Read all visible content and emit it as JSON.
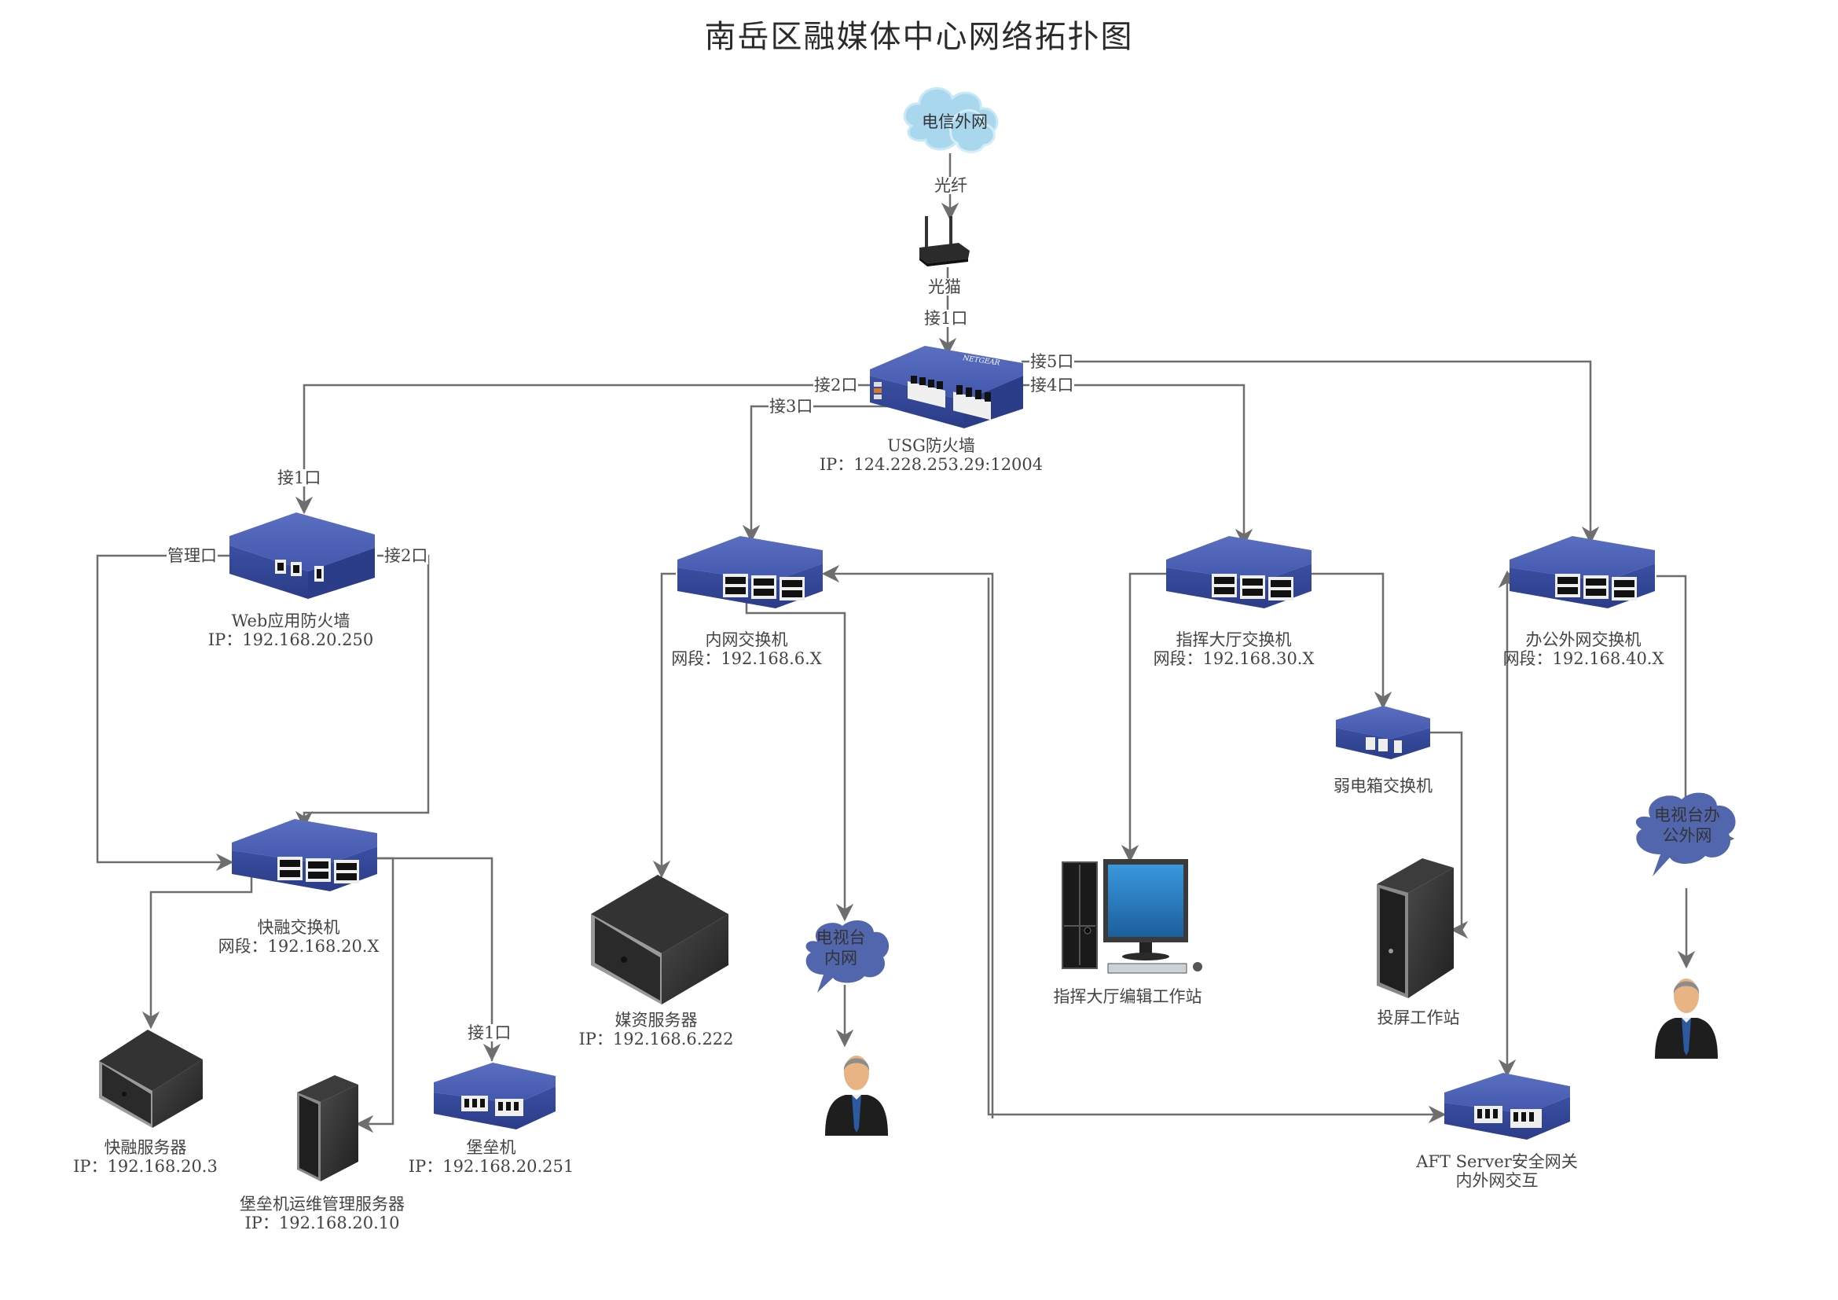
{
  "title": "南岳区融媒体中心网络拓扑图",
  "colors": {
    "device_blue": "#3f55a8",
    "device_blue_dark": "#2c3d85",
    "cloud_light": "#a9d8ee",
    "cloud_dark": "#5266ad",
    "line": "#6e6e6e",
    "server_dark": "#2e2e2e"
  },
  "nodes": {
    "internet_cloud": {
      "label": "电信外网",
      "icon": "cloud-icon"
    },
    "fiber_link": {
      "label": "光纤"
    },
    "modem": {
      "label": "光猫",
      "port": "接1口",
      "icon": "router-icon"
    },
    "usg_firewall": {
      "name": "USG防火墙",
      "ip": "IP：124.228.253.29:12004",
      "ports": {
        "p2": "接2口",
        "p3": "接3口",
        "p4": "接4口",
        "p5": "接5口"
      },
      "icon": "firewall-icon"
    },
    "waf": {
      "name": "Web应用防火墙",
      "ip": "IP：192.168.20.250",
      "in_port": "接1口",
      "mgmt_port": "管理口",
      "out_port": "接2口",
      "icon": "firewall-appliance-icon"
    },
    "inner_switch": {
      "name": "内网交换机",
      "segment": "网段：192.168.6.X",
      "icon": "switch-icon"
    },
    "command_switch": {
      "name": "指挥大厅交换机",
      "segment": "网段：192.168.30.X",
      "icon": "switch-icon"
    },
    "office_switch": {
      "name": "办公外网交换机",
      "segment": "网段：192.168.40.X",
      "icon": "switch-icon"
    },
    "weak_box_switch": {
      "name": "弱电箱交换机",
      "icon": "small-switch-icon"
    },
    "kuairong_switch": {
      "name": "快融交换机",
      "segment": "网段：192.168.20.X",
      "icon": "switch-icon"
    },
    "media_server": {
      "name": "媒资服务器",
      "ip": "IP：192.168.6.222",
      "icon": "server-icon"
    },
    "tv_intranet_cloud": {
      "line1": "电视台",
      "line2": "内网",
      "icon": "cloud-callout-icon"
    },
    "tv_office_cloud": {
      "line1": "电视台办",
      "line2": "公外网",
      "icon": "cloud-callout-icon"
    },
    "command_workstation": {
      "name": "指挥大厅编辑工作站",
      "icon": "desktop-computer-icon"
    },
    "projection_workstation": {
      "name": "投屏工作站",
      "icon": "tower-server-icon"
    },
    "aft_gateway": {
      "line1": "AFT Server安全网关",
      "line2": "内外网交互",
      "icon": "gateway-icon"
    },
    "kuairong_server": {
      "name": "快融服务器",
      "ip": "IP：192.168.20.3",
      "icon": "server-icon"
    },
    "bastion_ops_server": {
      "name": "堡垒机运维管理服务器",
      "ip": "IP：192.168.20.10",
      "icon": "tower-server-icon"
    },
    "bastion_host": {
      "name": "堡垒机",
      "ip": "IP：192.168.20.251",
      "port": "接1口",
      "icon": "gateway-icon"
    },
    "user_intranet": {
      "icon": "user-icon"
    },
    "user_office": {
      "icon": "user-icon"
    }
  }
}
